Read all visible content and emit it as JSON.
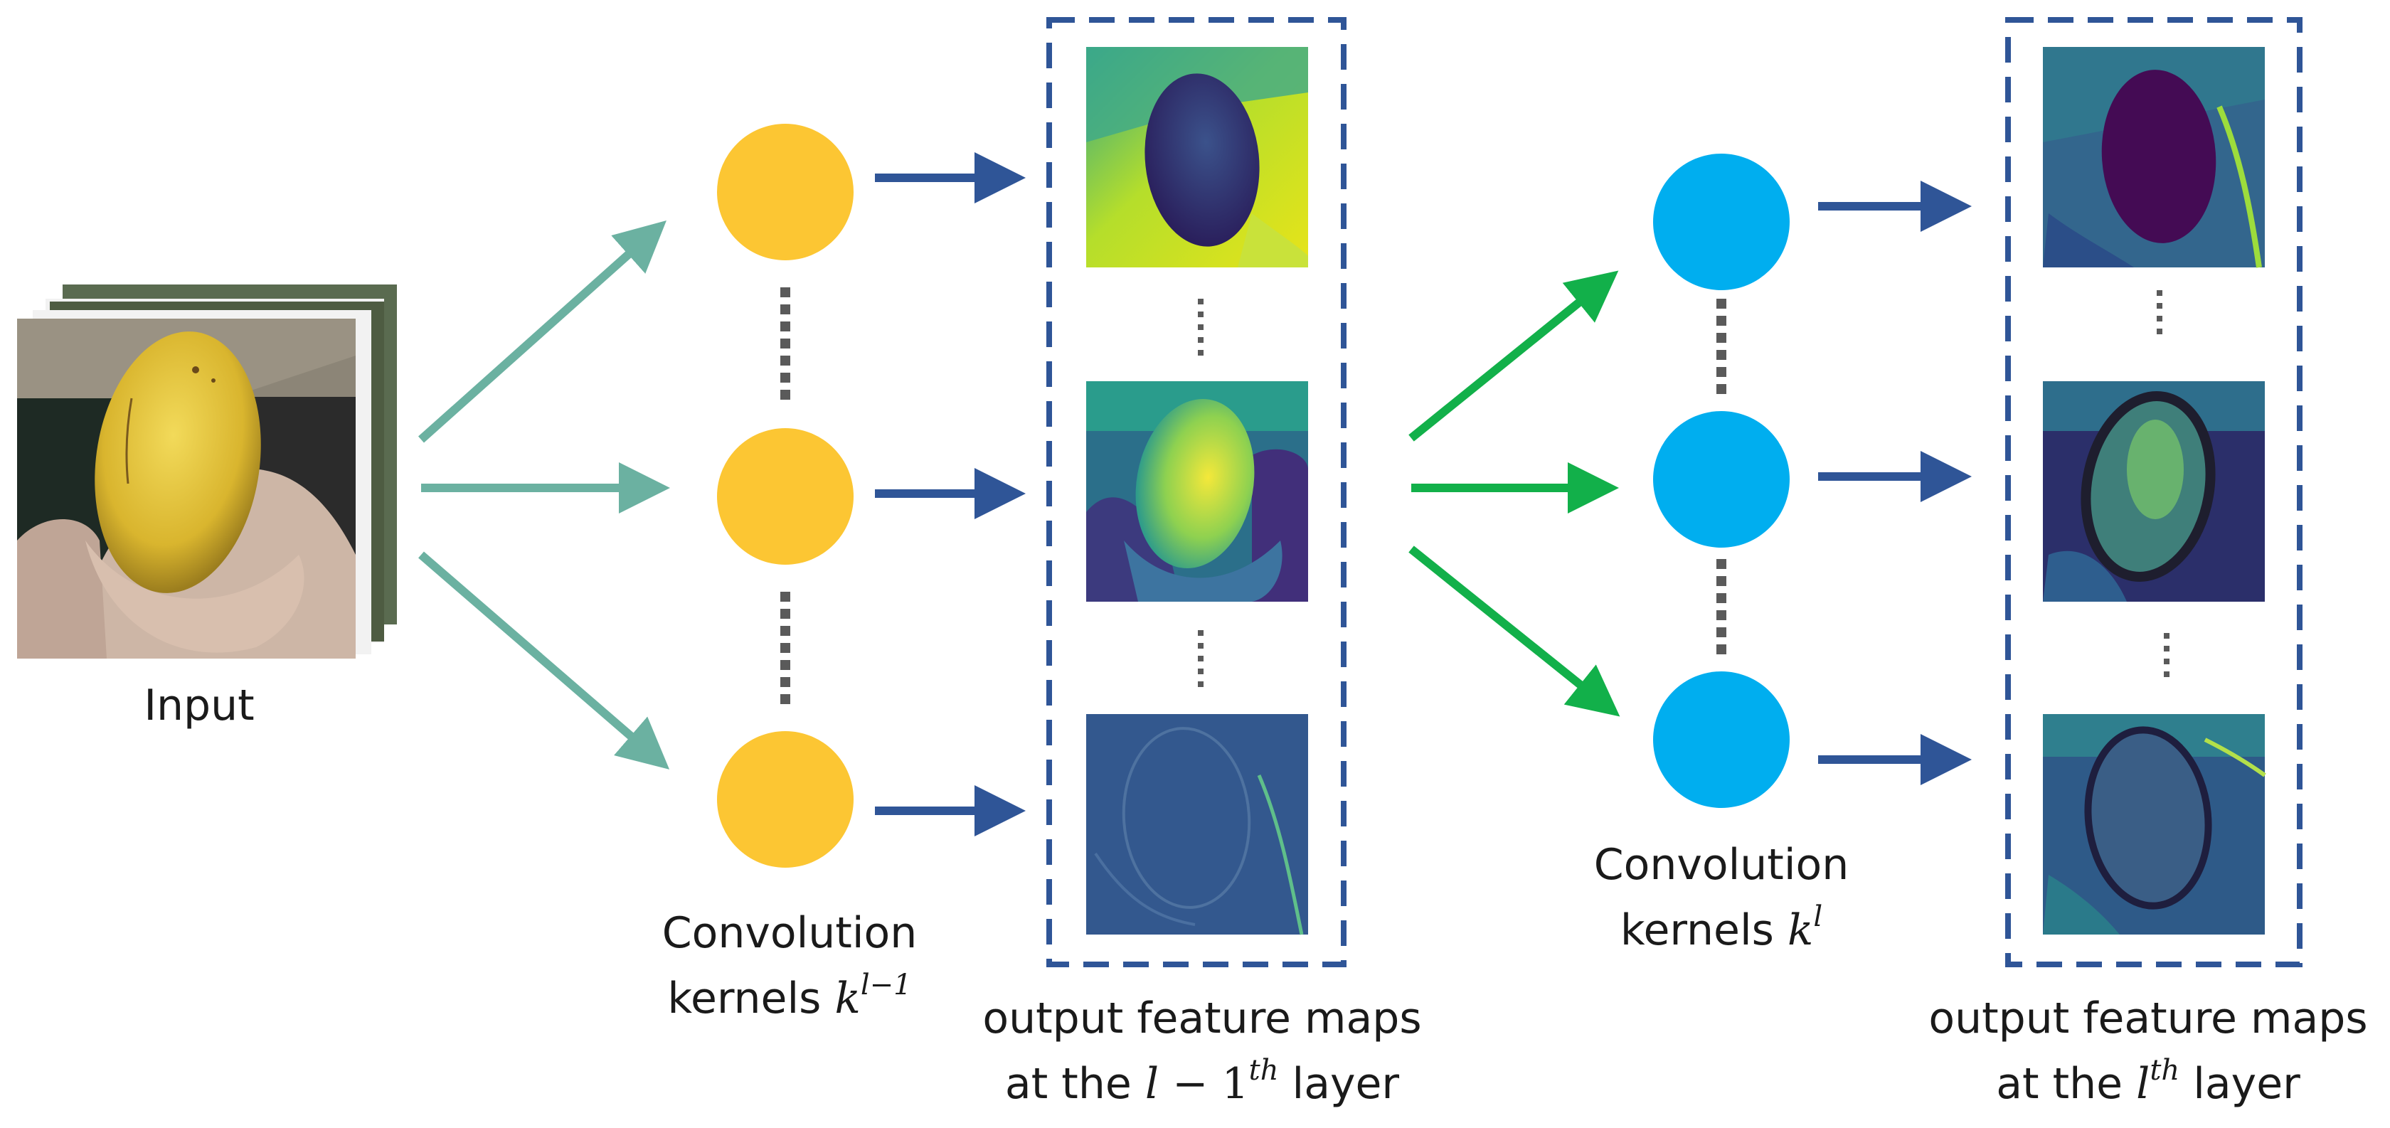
{
  "input": {
    "label": "Input"
  },
  "kernels_layer_prev": {
    "line1": "Convolution",
    "line2_prefix": "kernels ",
    "symbol": "k",
    "superscript": "l−1"
  },
  "feature_maps_layer_prev": {
    "line1": "output feature maps",
    "line2_prefix": "at the ",
    "symbol_var": "l",
    "symbol_op": " − 1",
    "superscript": "th",
    "line2_suffix": " layer"
  },
  "kernels_layer": {
    "line1": "Convolution",
    "line2_prefix": "kernels ",
    "symbol": "k",
    "superscript": "l"
  },
  "feature_maps_layer": {
    "line1": "output feature maps",
    "line2_prefix": "at the ",
    "symbol_var": "l",
    "superscript": "th",
    "line2_suffix": " layer"
  },
  "colors": {
    "kernel_prev": "#FCC633",
    "kernel_curr": "#00AEEF",
    "teal_arrow": "#6BB1A1",
    "green_arrow": "#12B04A",
    "blue_arrow": "#2F5597",
    "dashed_box": "#2F5597",
    "dots": "#5A5A5A"
  }
}
